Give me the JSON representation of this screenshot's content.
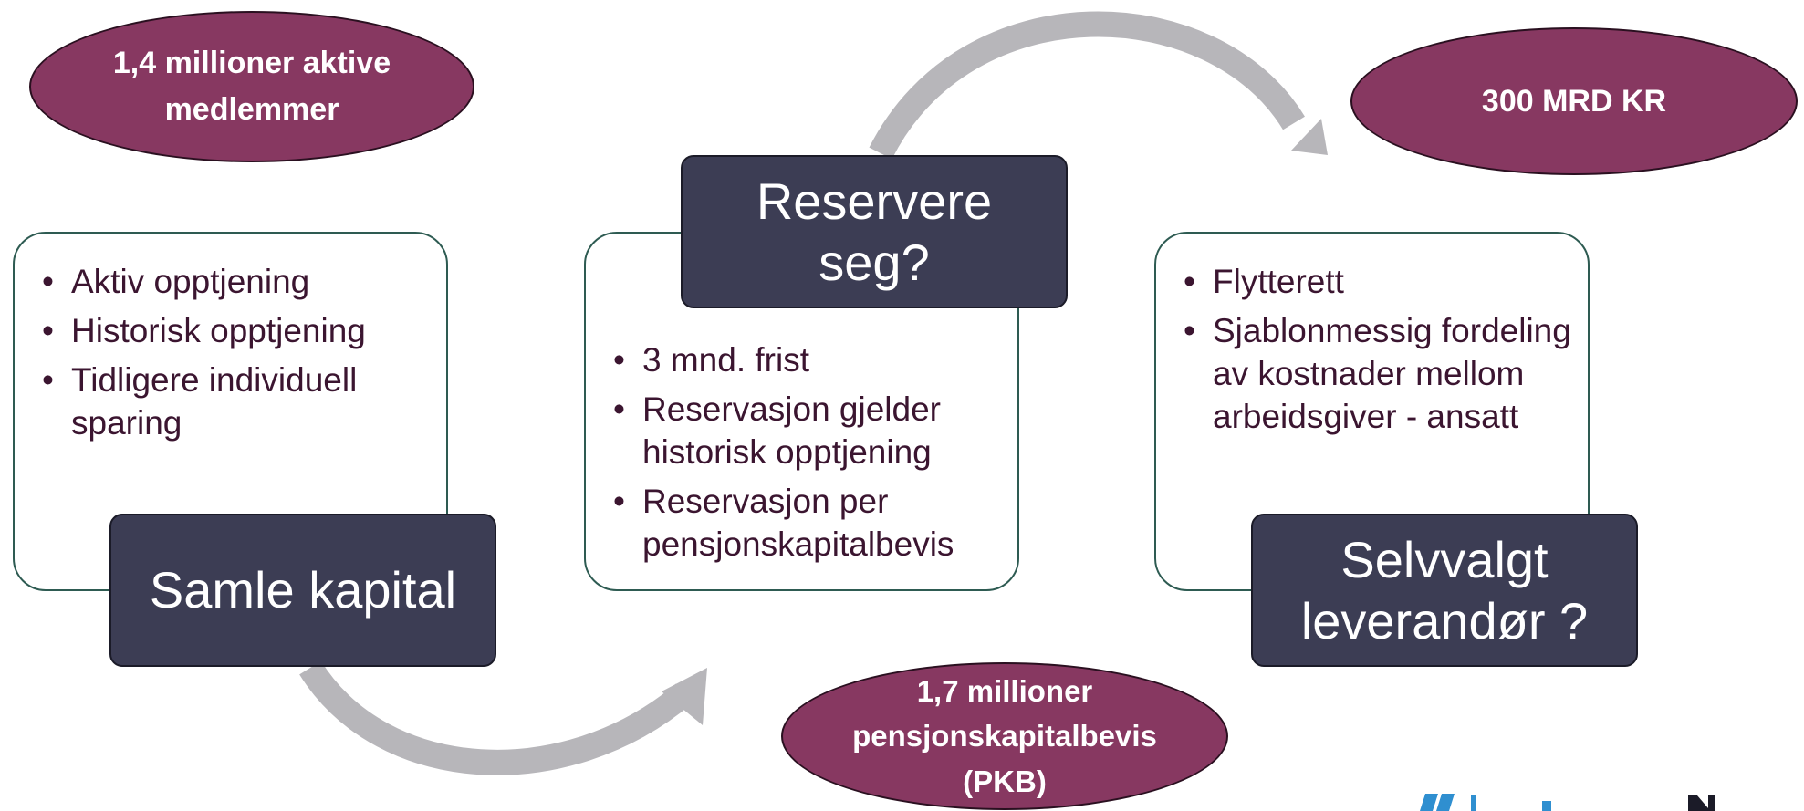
{
  "colors": {
    "oval_fill": "#873861",
    "title_fill": "#3c3d54",
    "card_border": "#2e5b52",
    "bullet_text": "#3b1530",
    "arrow": "#b7b6ba"
  },
  "ovals": {
    "active_members": "1,4 millioner aktive medlemmer",
    "amount": "300 MRD KR",
    "pkb": "1,7 millioner pensjonskapitalbevis (PKB)"
  },
  "steps": [
    {
      "title": "Samle kapital",
      "bullets": [
        "Aktiv opptjening",
        "Historisk opptjening",
        "Tidligere individuell sparing"
      ]
    },
    {
      "title": "Reservere seg?",
      "bullets": [
        "3 mnd. frist",
        "Reservasjon gjelder historisk opptjening",
        "Reservasjon per pensjonskapitalbevis"
      ]
    },
    {
      "title": "Selvvalgt leverandør ?",
      "bullets": [
        "Flytterett",
        "Sjablonmessig fordeling av kostnader mellom arbeidsgiver - ansatt"
      ]
    }
  ],
  "logo": {
    "icon": "brand-logo-fragment"
  }
}
